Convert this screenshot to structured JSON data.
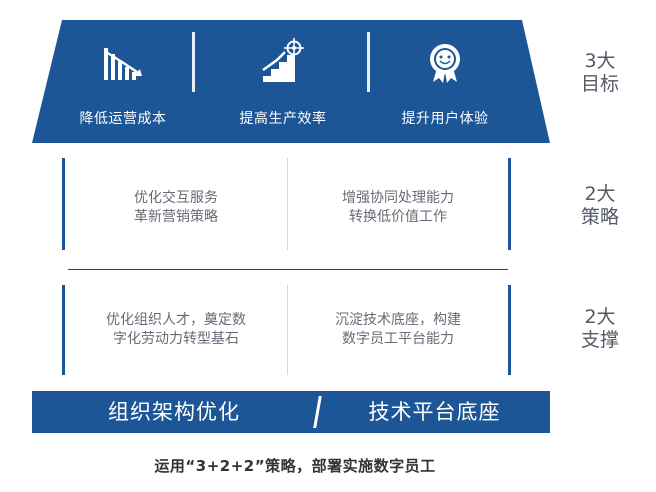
{
  "goals": {
    "items": [
      {
        "label": "降低运营成本",
        "icon": "cost-down-chart-icon"
      },
      {
        "label": "提高生产效率",
        "icon": "growth-stairs-target-icon"
      },
      {
        "label": "提升用户体验",
        "icon": "award-badge-icon"
      }
    ],
    "side_label": {
      "line1": "3大",
      "line2": "目标"
    }
  },
  "strategies": {
    "left": {
      "line1": "优化交互服务",
      "line2": "革新营销策略"
    },
    "right": {
      "line1": "增强协同处理能力",
      "line2": "转换低价值工作"
    },
    "side_label": {
      "line1": "2大",
      "line2": "策略"
    }
  },
  "supports": {
    "left": {
      "line1": "优化组织人才，奠定数",
      "line2": "字化劳动力转型基石"
    },
    "right": {
      "line1": "沉淀技术底座，构建",
      "line2": "数字员工平台能力"
    },
    "side_label": {
      "line1": "2大",
      "line2": "支撑"
    }
  },
  "foundation": {
    "left": "组织架构优化",
    "right": "技术平台底座"
  },
  "caption": "运用“3+2+2”策略，部署实施数字员工",
  "colors": {
    "primary": "#1d5697",
    "text_gray": "#666b75",
    "label_gray": "#555a66"
  }
}
